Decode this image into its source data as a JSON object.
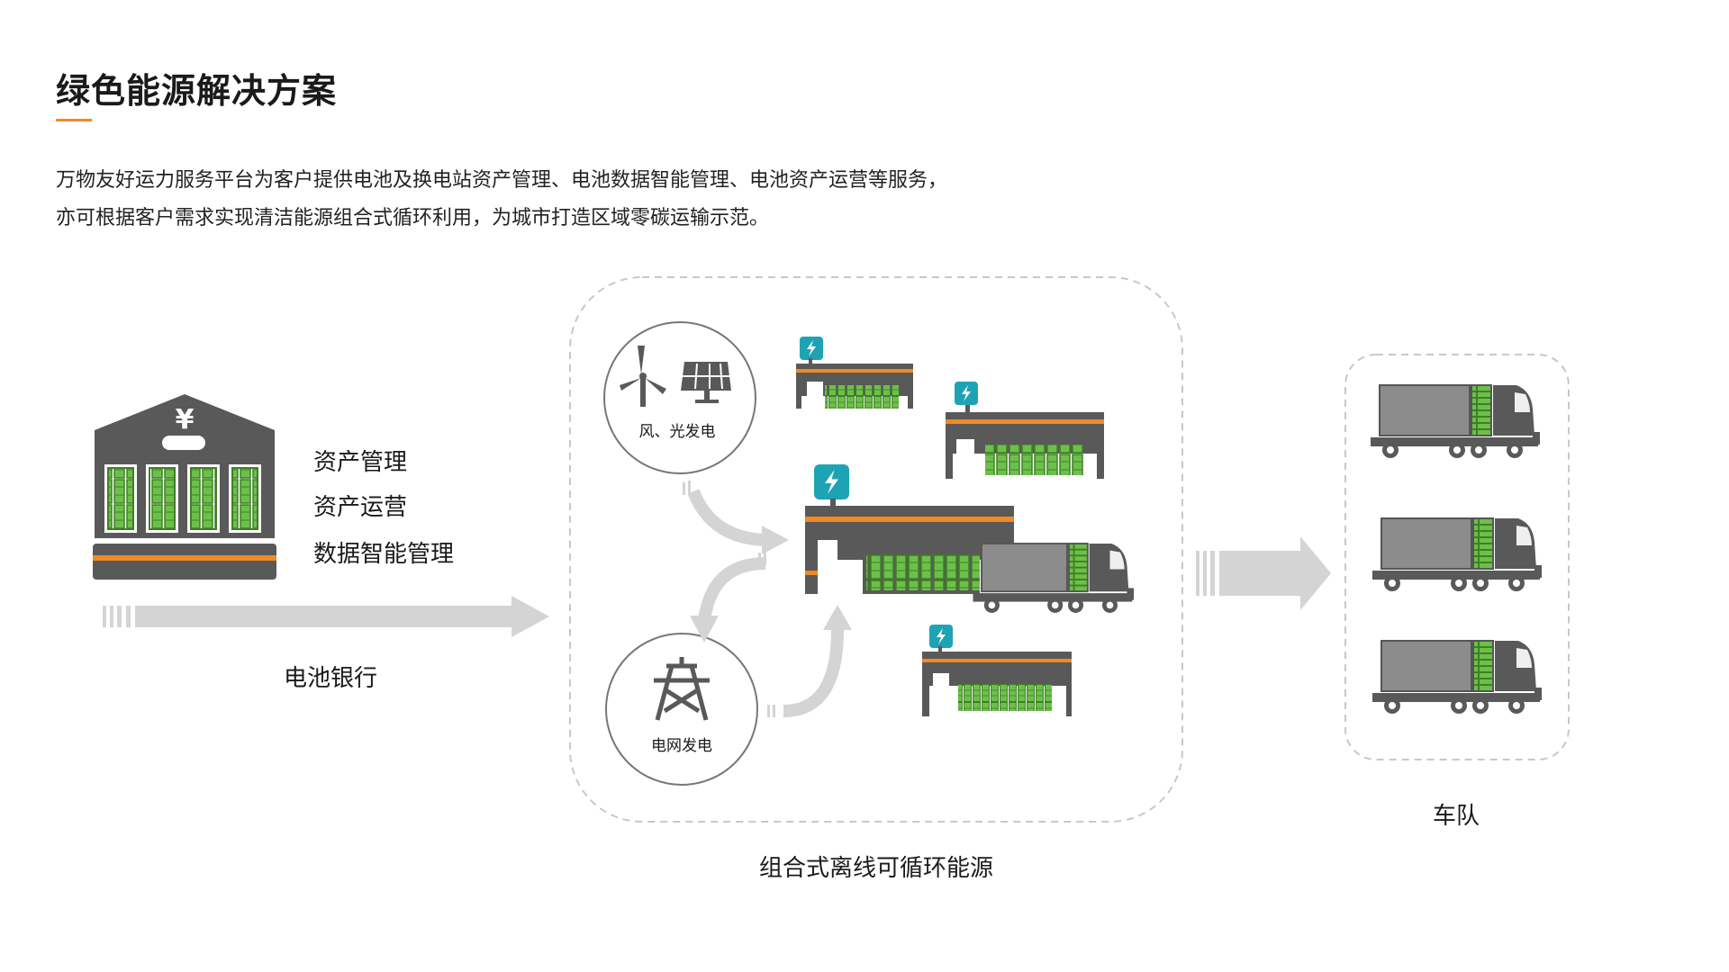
{
  "header": {
    "title": "绿色能源解决方案",
    "desc_line1": "万物友好运力服务平台为客户提供电池及换电站资产管理、电池数据智能管理、电池资产运营等服务，",
    "desc_line2": "亦可根据客户需求实现清洁能源组合式循环利用，为城市打造区域零碳运输示范。"
  },
  "bank": {
    "items": [
      "资产管理",
      "资产运营",
      "数据智能管理"
    ],
    "label": "电池银行",
    "currency_symbol": "¥"
  },
  "energy": {
    "renewable_label": "风、光发电",
    "grid_label": "电网发电",
    "label": "组合式离线可循环能源"
  },
  "fleet": {
    "label": "车队"
  },
  "colors": {
    "accent": "#f08a24",
    "battery_green": "#6cc04a",
    "dark_gray": "#595959",
    "arrow_gray": "#d4d4d4",
    "badge_teal": "#1ea3b5",
    "dashed_border": "#c8c8c8"
  },
  "icons": [
    "bank-icon",
    "battery-icon",
    "wind-turbine-icon",
    "solar-panel-icon",
    "power-tower-icon",
    "charging-station-icon",
    "lightning-icon",
    "truck-icon",
    "arrow-icon"
  ]
}
